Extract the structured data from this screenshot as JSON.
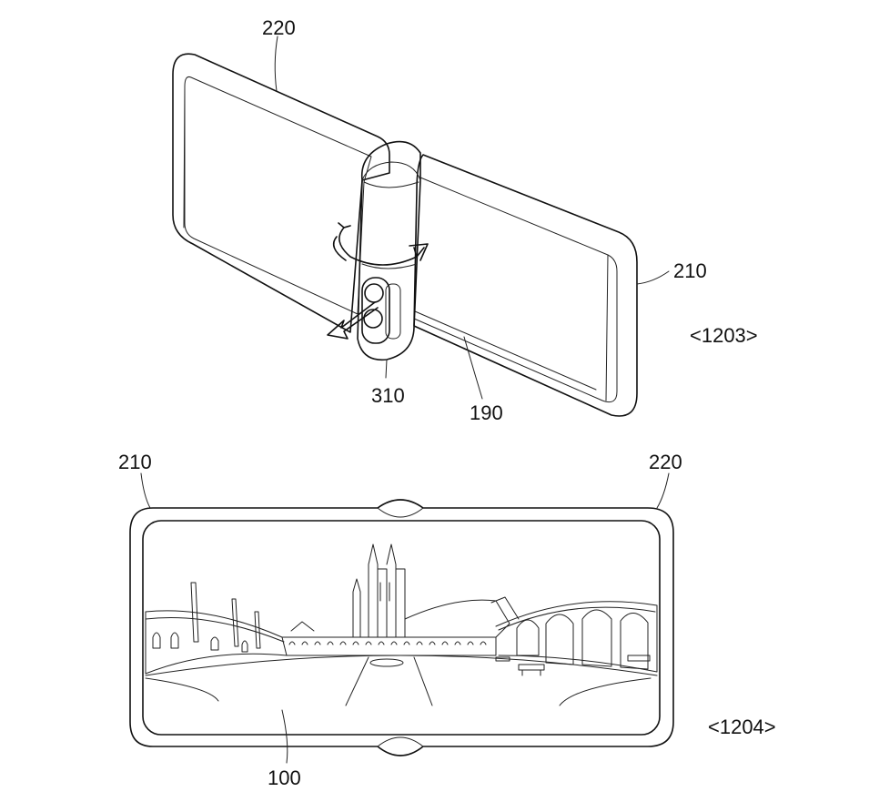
{
  "figure": {
    "labels": {
      "top_left_panel": "220",
      "top_right_panel": "210",
      "camera_module": "310",
      "display": "190",
      "view_top": "<1203>",
      "bottom_left_panel": "210",
      "bottom_right_panel": "220",
      "panorama_display": "100",
      "view_bottom": "<1204>"
    }
  }
}
